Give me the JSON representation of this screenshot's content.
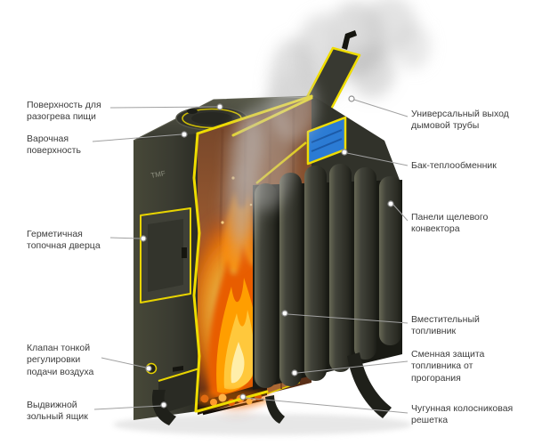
{
  "diagram": {
    "subject": "wood-stove-cutaway",
    "brand": "TMF",
    "colors": {
      "cut_edge": "#efdc00",
      "body": "#3c3d33",
      "flame": "#ff8a00",
      "tank": "#2b7bd4",
      "smoke": "#c4c4c4",
      "leader_line": "#a0a0a0",
      "label_text": "#3c3c3c"
    },
    "labels": {
      "left": [
        {
          "text": "Поверхность для разогрева пищи"
        },
        {
          "text": "Варочная поверхность"
        },
        {
          "text": "Герметичная топочная дверца"
        },
        {
          "text": "Клапан тонкой регулировки подачи воздуха"
        },
        {
          "text": "Выдвижной зольный ящик"
        }
      ],
      "right": [
        {
          "text": "Универсальный выход дымовой трубы"
        },
        {
          "text": "Бак-теплообменник"
        },
        {
          "text": "Панели щелевого конвектора"
        },
        {
          "text": "Вместительный топливник"
        },
        {
          "text": "Сменная защита топливника от прогорания"
        },
        {
          "text": "Чугунная колосниковая решетка"
        }
      ]
    }
  }
}
